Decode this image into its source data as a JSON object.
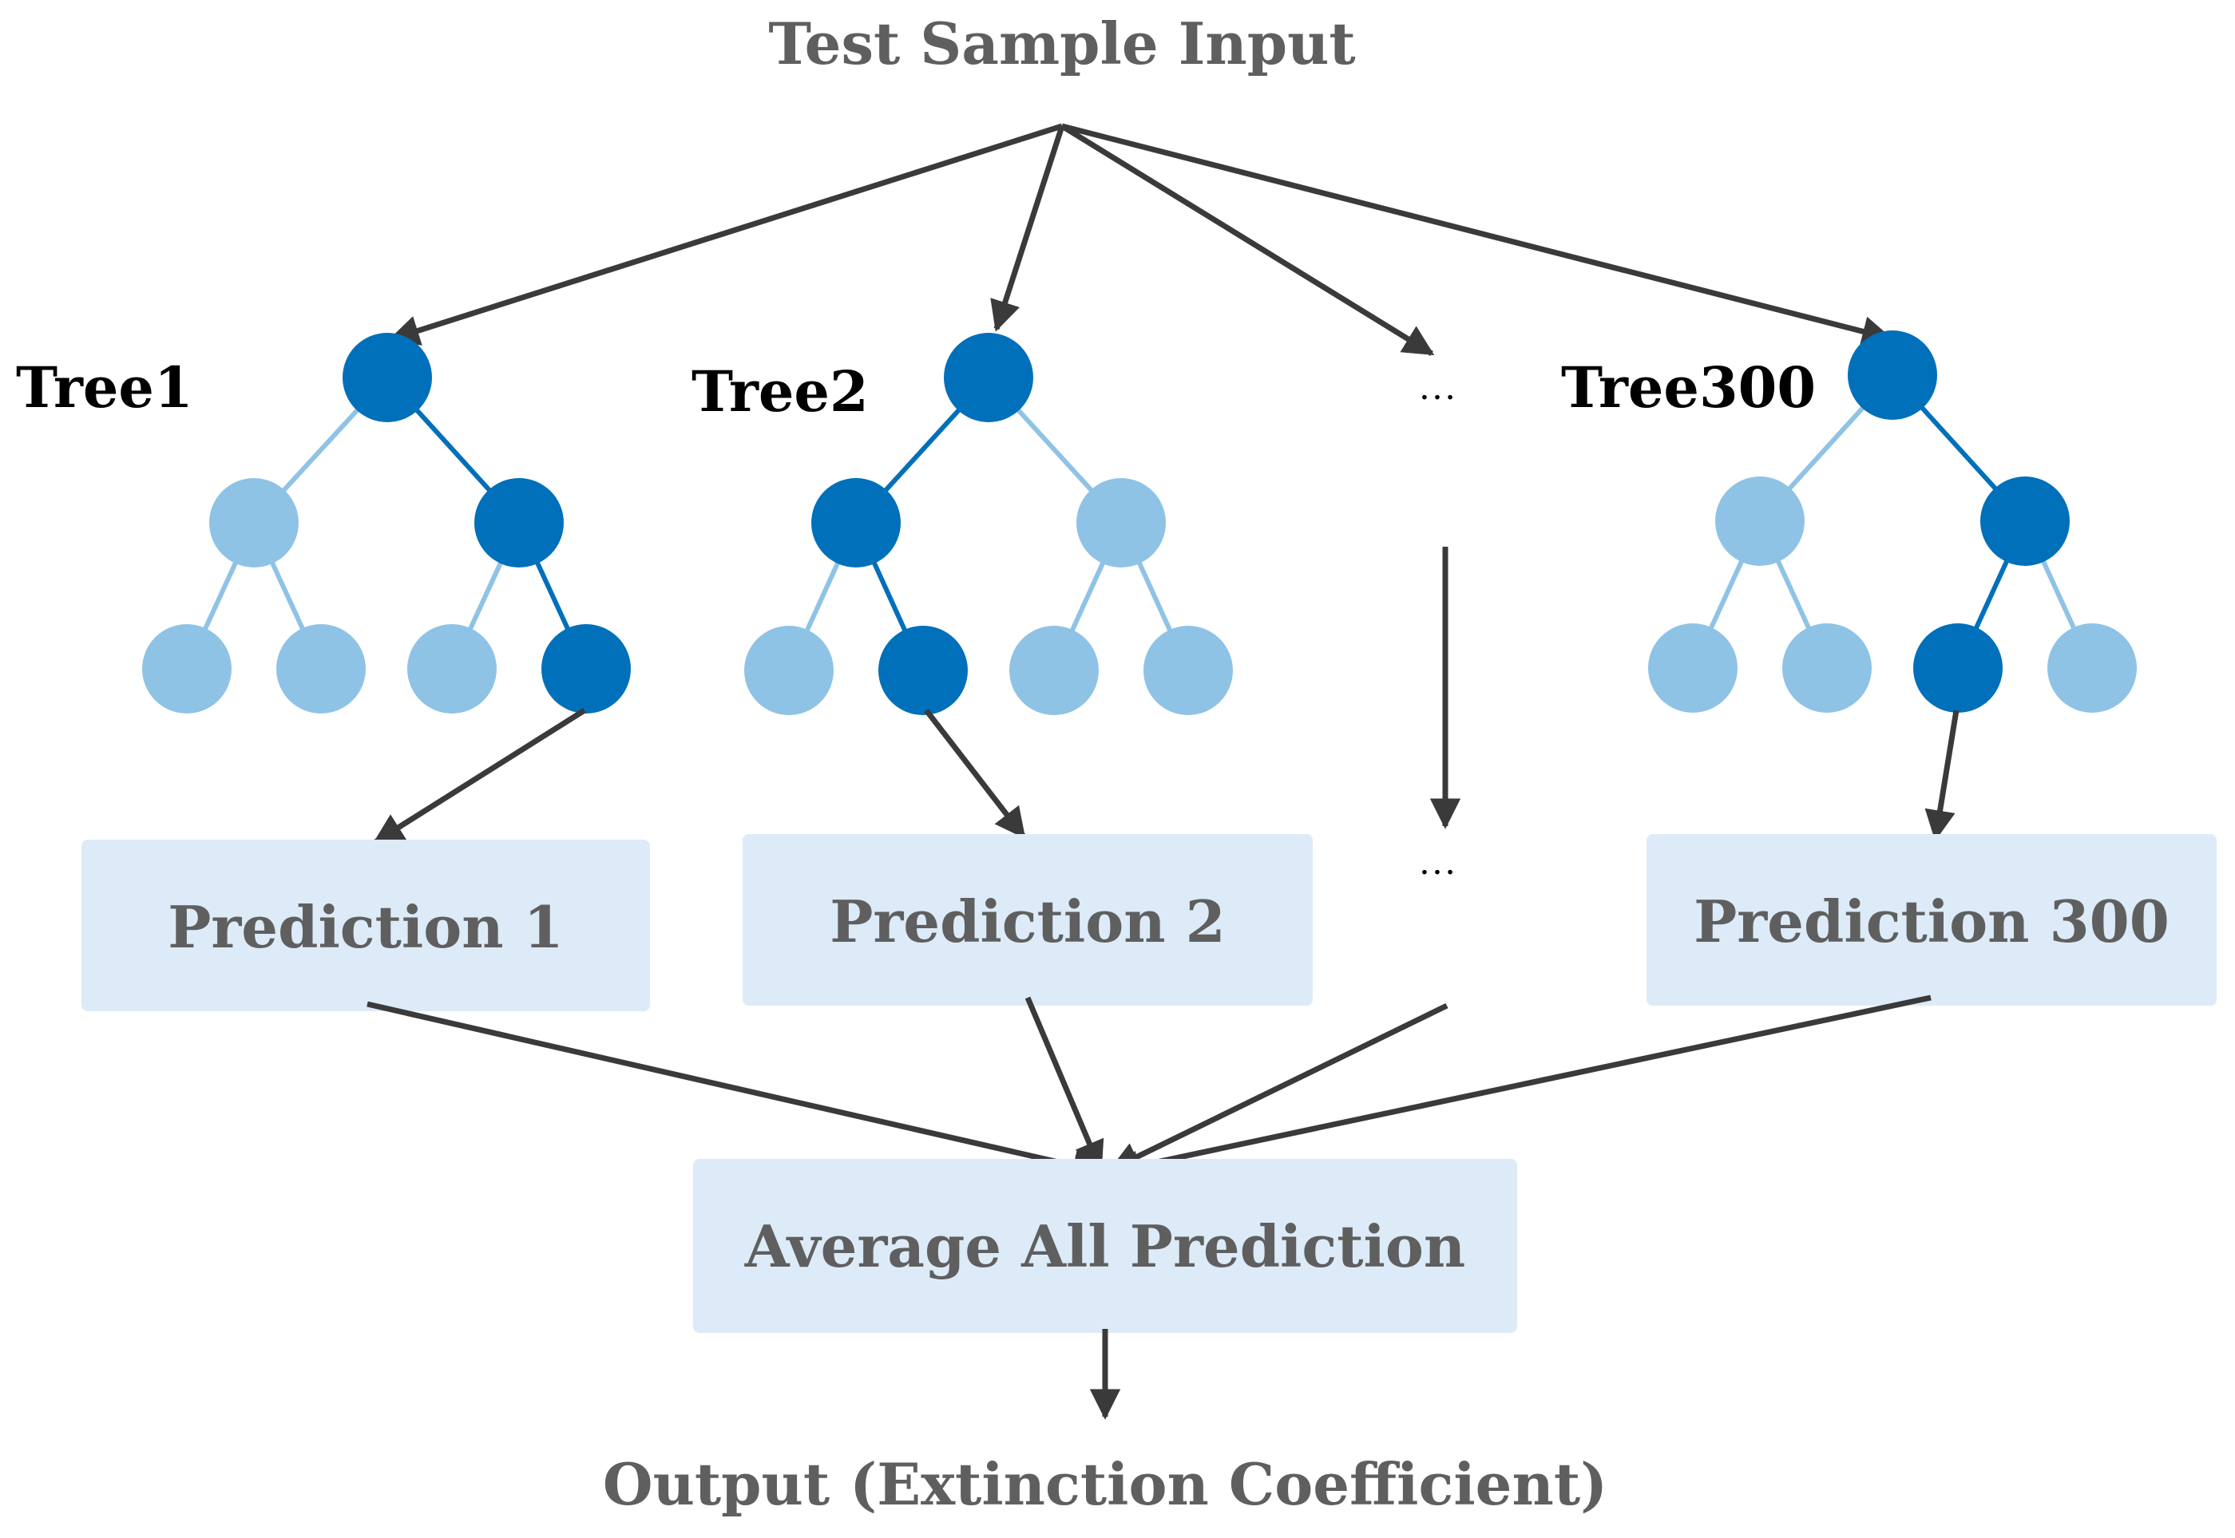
{
  "title": "Test Sample Input",
  "trees": [
    {
      "label": "Tree1",
      "prediction": "Prediction 1"
    },
    {
      "label": "Tree2",
      "prediction": "Prediction 2"
    },
    {
      "label": "Tree300",
      "prediction": "Prediction 300"
    }
  ],
  "ellipsis": "…",
  "average_label": "Average All Prediction",
  "output_label": "Output (Extinction Coefficient)",
  "colors": {
    "node_dark": "#0070BA",
    "node_light": "#8FC3E6",
    "edge_dark": "#0070BA",
    "edge_light": "#8FC3E6",
    "box_fill": "#DCEBF7",
    "arrow": "#3a3a3a",
    "text_gray": "#5f5f5f"
  }
}
